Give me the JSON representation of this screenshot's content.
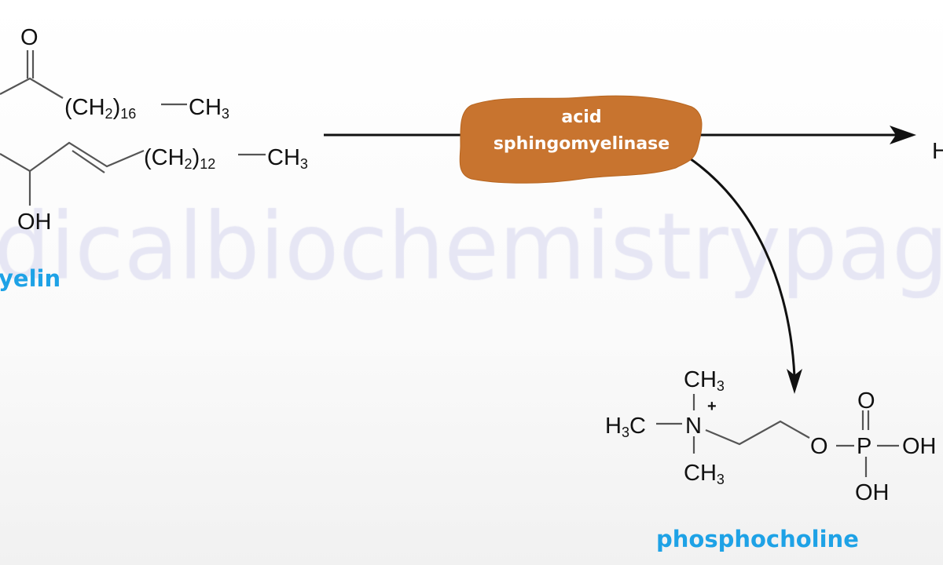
{
  "watermark": "dicalbiochemistrypag",
  "reactant": {
    "name_visible": "yelin",
    "carbonyl_o": "O",
    "chain1": {
      "group": "(CH",
      "h_sub": "2",
      "close": ")",
      "count": "16",
      "end": "CH",
      "end_sub": "3"
    },
    "chain2": {
      "group": "(CH",
      "h_sub": "2",
      "close": ")",
      "count": "12",
      "end": "CH",
      "end_sub": "3"
    },
    "hydroxyl": "OH"
  },
  "enzyme": {
    "line1": "acid",
    "line2": "sphingomyelinase",
    "color": "#c8742f"
  },
  "product_partial": "H",
  "product2": {
    "name": "phosphocholine",
    "charge": "+",
    "n": "N",
    "h3c": "H",
    "methyl": "CH",
    "sub3": "3",
    "o": "O",
    "p": "P",
    "oh": "OH"
  }
}
